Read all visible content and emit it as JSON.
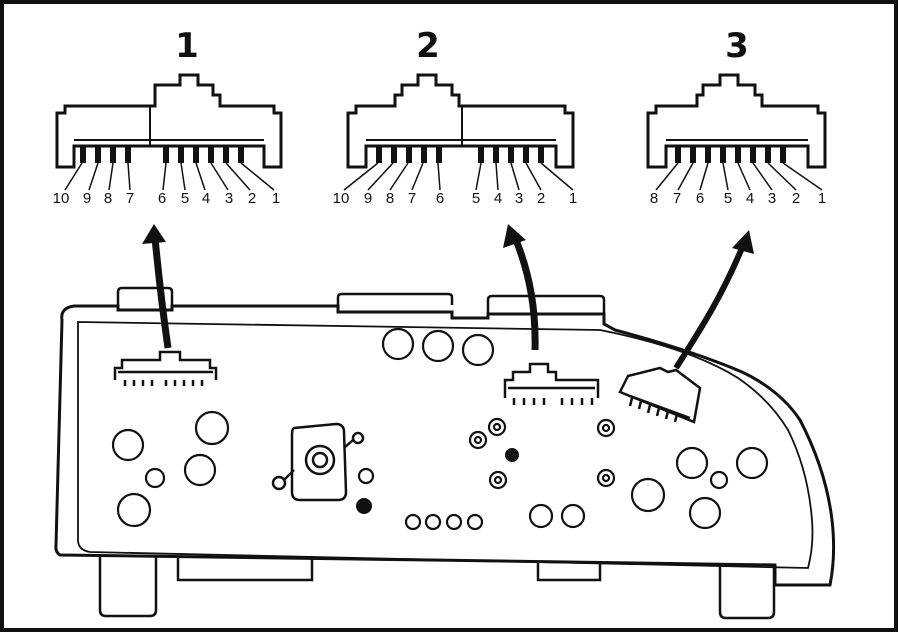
{
  "colors": {
    "ink": "#111111",
    "paper": "#ffffff"
  },
  "connectors": [
    {
      "id": "1",
      "label": "1",
      "pins": [
        "10",
        "9",
        "8",
        "7",
        "6",
        "5",
        "4",
        "3",
        "2",
        "1"
      ]
    },
    {
      "id": "2",
      "label": "2",
      "pins": [
        "10",
        "9",
        "8",
        "7",
        "6",
        "5",
        "4",
        "3",
        "2",
        "1"
      ]
    },
    {
      "id": "3",
      "label": "3",
      "pins": [
        "8",
        "7",
        "6",
        "5",
        "4",
        "3",
        "2",
        "1"
      ]
    }
  ]
}
